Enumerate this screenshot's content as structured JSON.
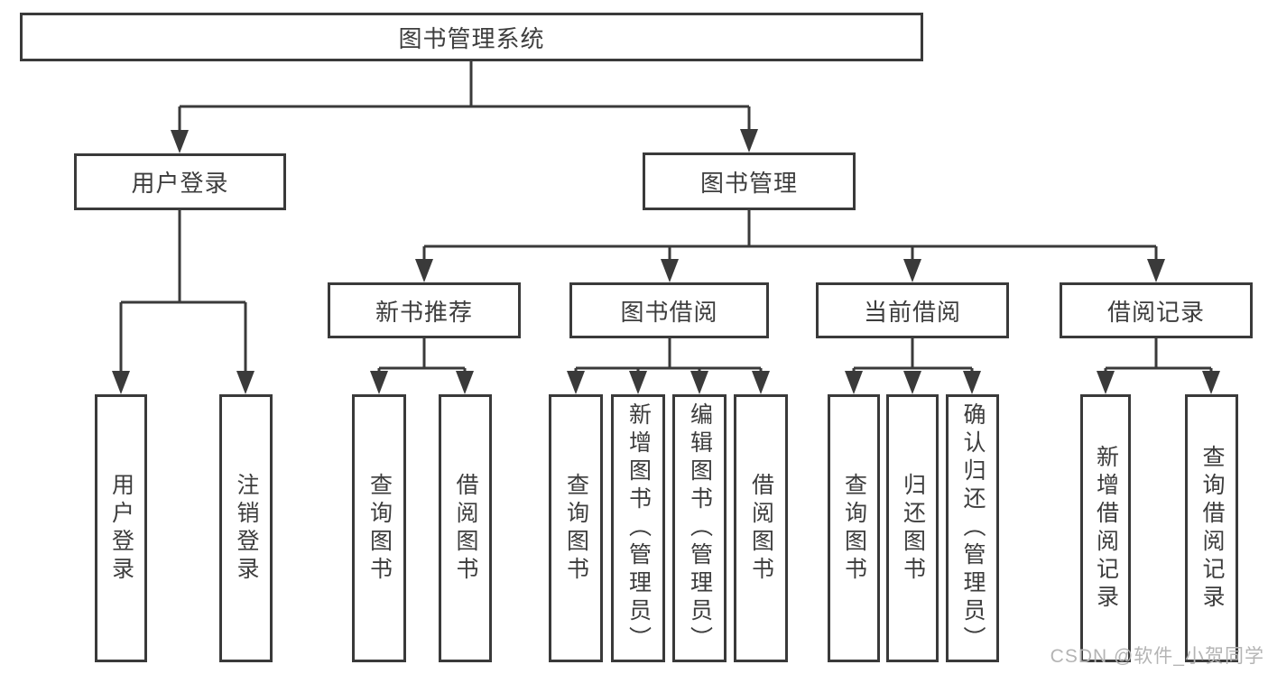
{
  "tree": {
    "root": "图书管理系统",
    "children": [
      {
        "label": "用户登录",
        "children": [
          "用户登录",
          "注销登录"
        ]
      },
      {
        "label": "图书管理",
        "children": [
          {
            "label": "新书推荐",
            "children": [
              "查询图书",
              "借阅图书"
            ]
          },
          {
            "label": "图书借阅",
            "children": [
              "查询图书",
              "新增图书（管理员）",
              "编辑图书（管理员）",
              "借阅图书"
            ]
          },
          {
            "label": "当前借阅",
            "children": [
              "查询图书",
              "归还图书",
              "确认归还（管理员）"
            ]
          },
          {
            "label": "借阅记录",
            "children": [
              "新增借阅记录",
              "查询借阅记录"
            ]
          }
        ]
      }
    ]
  },
  "watermark": {
    "text": "CSDN @软件_小贺同学",
    "color": "#b4b4b4"
  },
  "colors": {
    "line": "#3a3a3a",
    "box_border": "#3a3a3a",
    "text": "#3d3d3d",
    "background": "#ffffff"
  }
}
